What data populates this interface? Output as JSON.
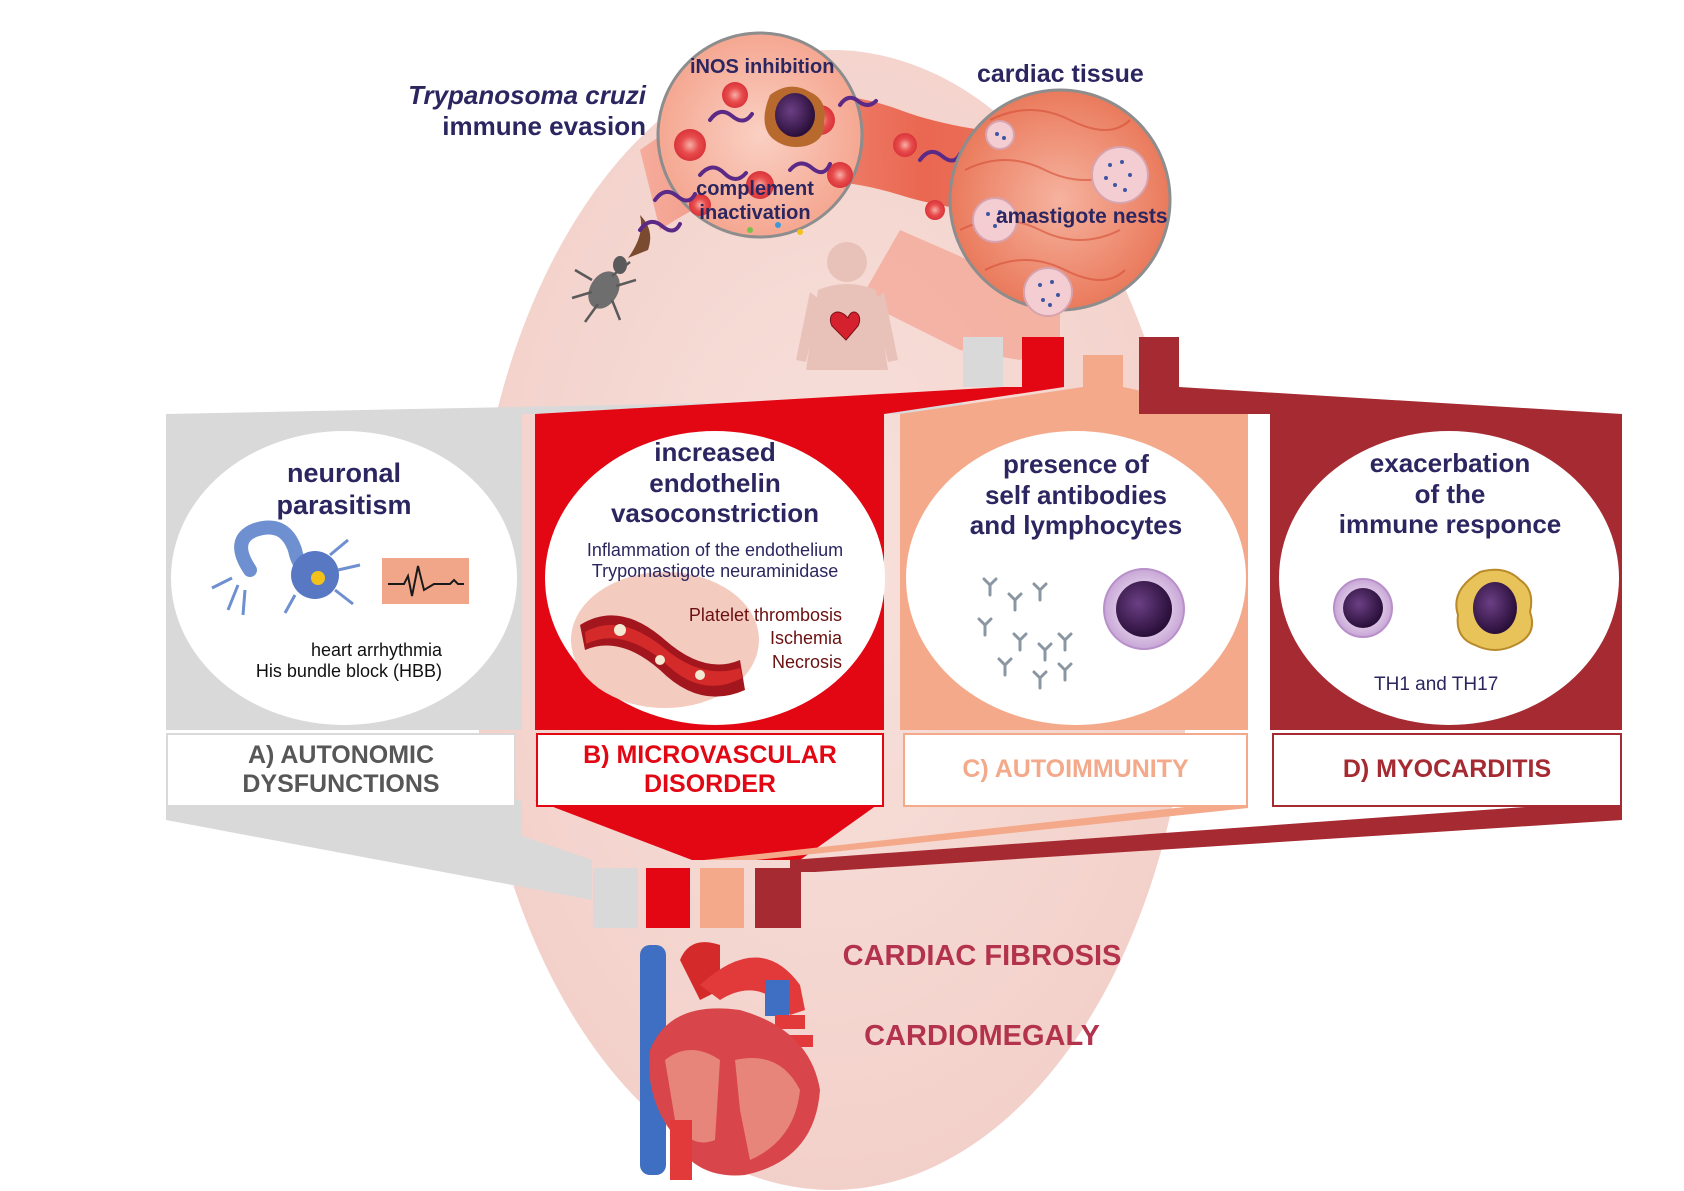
{
  "colors": {
    "grey": "#d9d9d9",
    "red": "#e30613",
    "salmon": "#f4a98a",
    "darkred": "#a62a31",
    "navy": "#2b2660",
    "fibrosis": "#b2334b",
    "background_circle": "#f7d9d3"
  },
  "top": {
    "title_line1": "Trypanosoma cruzi",
    "title_line2": "immune evasion",
    "inos": "iNOS inhibition",
    "complement_line1": "complement",
    "complement_line2": "inactivation",
    "cardiac_tissue": "cardiac tissue",
    "amastigote": "amastigote nests",
    "icons": [
      "triatomine-bug-icon",
      "trypomastigote-icon",
      "macrophage-icon",
      "human-silhouette-icon",
      "heart-icon"
    ]
  },
  "panels": [
    {
      "title_lines": [
        "neuronal",
        "parasitism"
      ],
      "details": [
        "heart arrhythmia",
        "His bundle block (HBB)"
      ],
      "label_lines": [
        "A) AUTONOMIC",
        "DYSFUNCTIONS"
      ],
      "color": "#d9d9d9",
      "label_color": "#575757",
      "icons": [
        "neuron-icon",
        "ecg-icon"
      ]
    },
    {
      "title_lines": [
        "increased",
        "endothelin",
        "vasoconstriction"
      ],
      "subtitle_lines": [
        "Inflammation of the endothelium",
        "Trypomastigote neuraminidase"
      ],
      "details": [
        "Platelet thrombosis",
        "Ischemia",
        "Necrosis"
      ],
      "label_lines": [
        "B) MICROVASCULAR",
        "DISORDER"
      ],
      "color": "#e30613",
      "label_color": "#e30613",
      "icons": [
        "blood-vessel-icon"
      ]
    },
    {
      "title_lines": [
        "presence of",
        "self antibodies",
        "and lymphocytes"
      ],
      "label_lines": [
        "C) AUTOIMMUNITY"
      ],
      "color": "#f4a98a",
      "label_color": "#f4a98a",
      "icons": [
        "antibody-icon",
        "lymphocyte-icon"
      ]
    },
    {
      "title_lines": [
        "exacerbation",
        "of the",
        "immune responce"
      ],
      "details": [
        "TH1 and TH17"
      ],
      "label_lines": [
        "D) MYOCARDITIS"
      ],
      "color": "#a62a31",
      "label_color": "#a62a31",
      "icons": [
        "lymphocyte-icon",
        "macrophage-icon"
      ]
    }
  ],
  "outcomes": [
    "CARDIAC FIBROSIS",
    "CARDIOMEGALY"
  ]
}
